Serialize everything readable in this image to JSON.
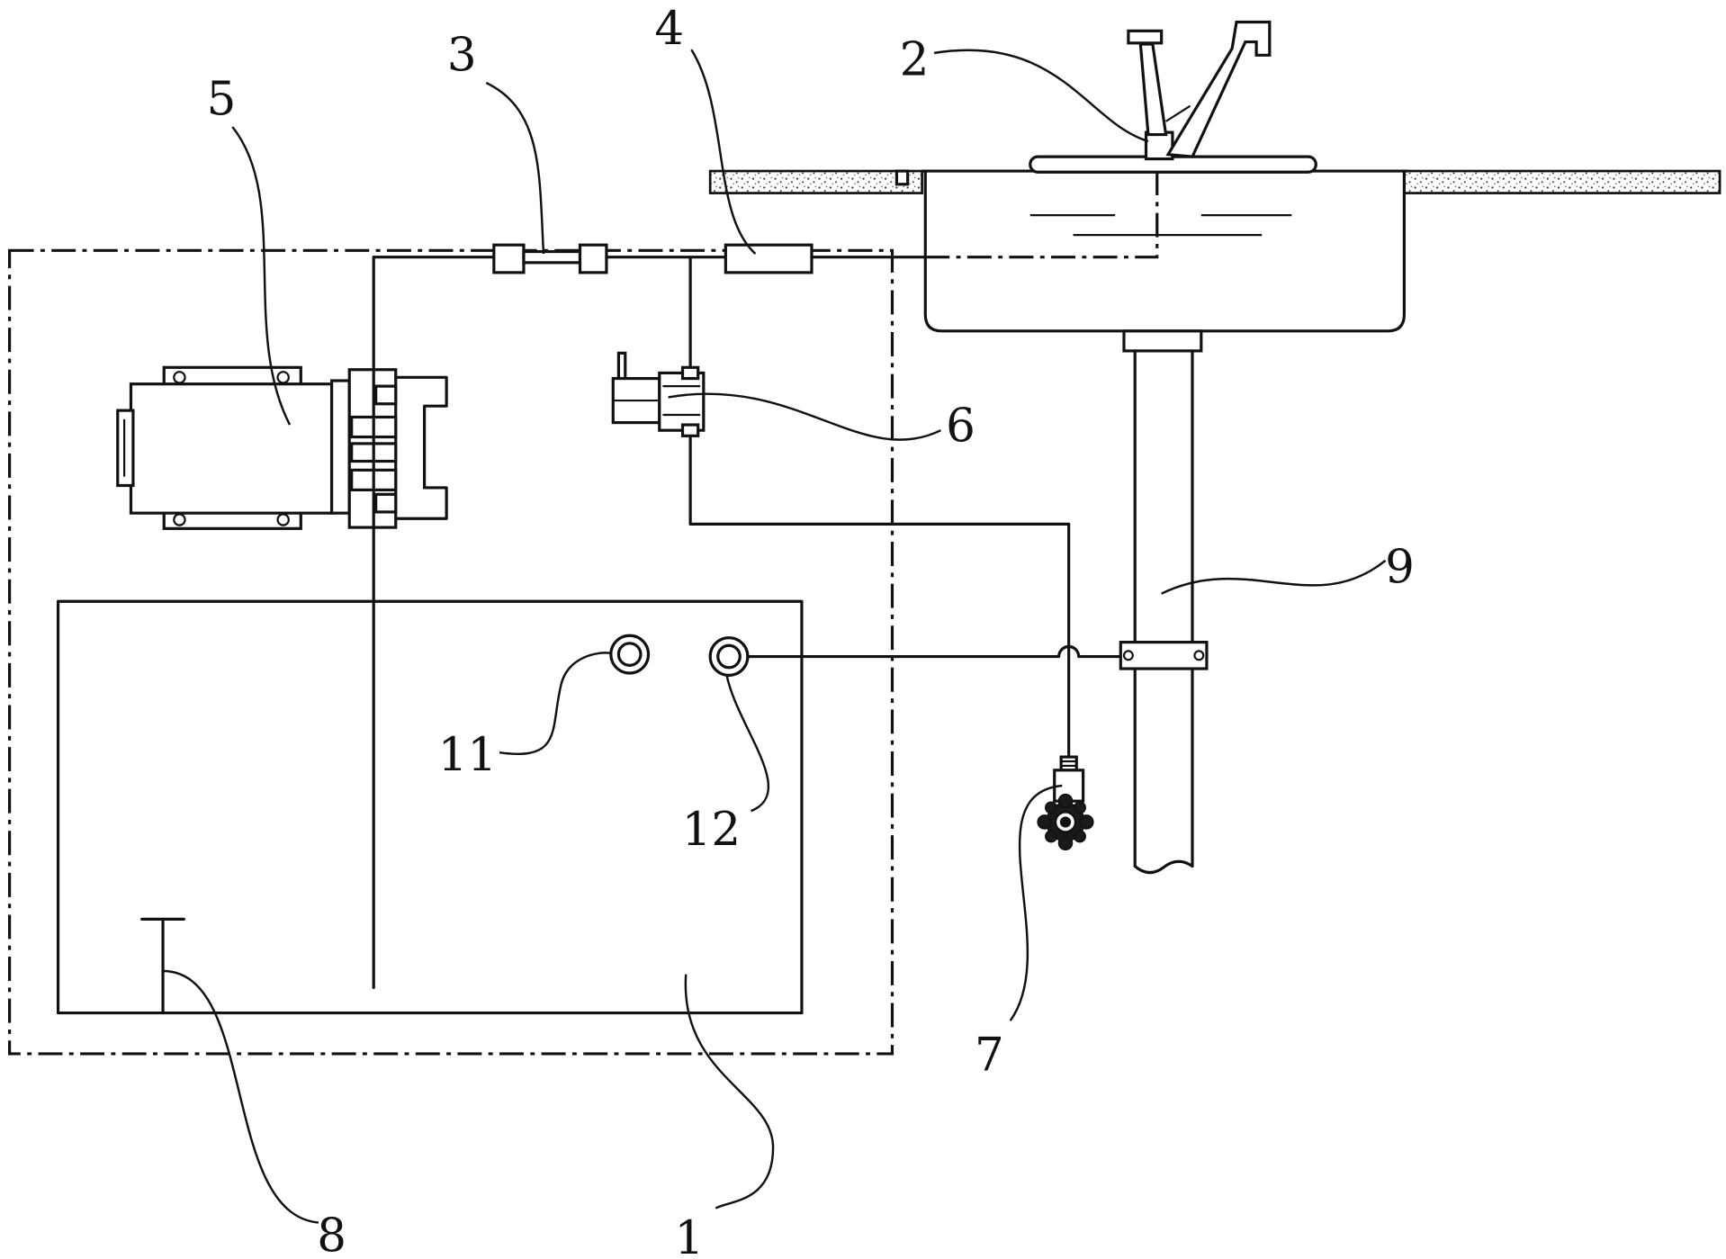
{
  "labels": {
    "p1": "1",
    "p2": "2",
    "p3": "3",
    "p4": "4",
    "p5": "5",
    "p6": "6",
    "p7": "7",
    "p8": "8",
    "p9": "9",
    "p11": "11",
    "p12": "12"
  }
}
